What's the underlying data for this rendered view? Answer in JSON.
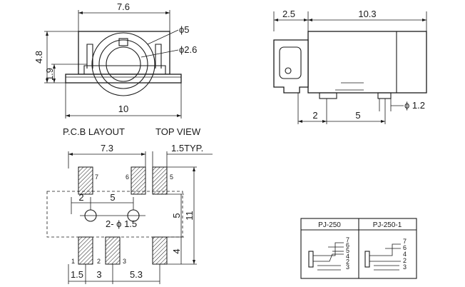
{
  "top_view": {
    "dim_width": "7.6",
    "dim_phi5": "ϕ5",
    "dim_phi26": "ϕ2.6",
    "dim_height": "4.8",
    "dim_1_9": "1.9",
    "dim_10": "10"
  },
  "side_view": {
    "dim_2_5": "2.5",
    "dim_10_3": "10.3",
    "dim_2": "2",
    "dim_5": "5",
    "dim_phi12": "ϕ 1.2"
  },
  "captions": {
    "pcb_layout": "P.C.B LAYOUT",
    "top_view": "TOP VIEW"
  },
  "pcb": {
    "dim_7_3": "7.3",
    "dim_15typ": "1.5TYP.",
    "dim_2": "2",
    "dim_5": "5",
    "dim_holes": "2- ϕ 1.5",
    "dim_v5": "5",
    "dim_11": "11",
    "dim_v4": "4",
    "dim_1_5": "1.5",
    "dim_3": "3",
    "dim_5_3": "5.3",
    "pad_labels": [
      "7",
      "6",
      "5",
      "1",
      "2",
      "3"
    ]
  },
  "schematic": {
    "header_left": "PJ-250",
    "header_right": "PJ-250-1",
    "left_pins": [
      "7",
      "6",
      "5",
      "4",
      "2",
      "3"
    ],
    "right_pins": [
      "7",
      "6",
      "4",
      "2",
      "3"
    ]
  }
}
